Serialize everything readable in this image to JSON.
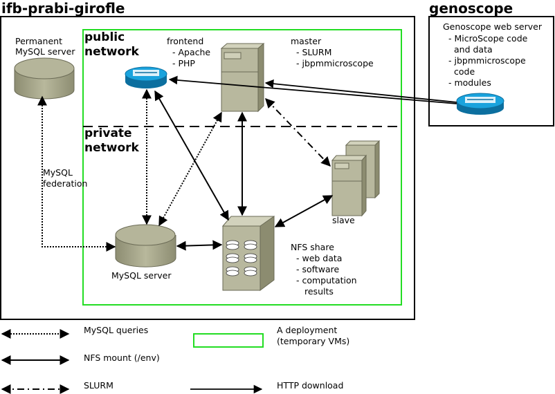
{
  "zones": {
    "ifb_title": "ifb-prabi-girofle",
    "genoscope_title": "genoscope",
    "public_network": [
      "public",
      "network"
    ],
    "private_network": [
      "private",
      "network"
    ]
  },
  "nodes": {
    "permanent_mysql": [
      "Permanent",
      "MySQL server"
    ],
    "frontend": [
      "frontend",
      "- Apache",
      "- PHP"
    ],
    "master": [
      "master",
      "- SLURM",
      "- jbpmmicroscope"
    ],
    "genoscope_web": [
      "Genoscope web server",
      "- MicroScope code",
      "and data",
      "- jbpmmicroscope",
      "code",
      "- modules"
    ],
    "mysql_federation": [
      "MySQL",
      "federation"
    ],
    "slave": "slave",
    "mysql_server": "MySQL server",
    "nfs_share": [
      "NFS share",
      "- web data",
      "- software",
      "- computation",
      "results"
    ]
  },
  "legend": {
    "mysql_queries": "MySQL queries",
    "nfs_mount": "NFS mount (/env)",
    "slurm": "SLURM",
    "deployment": [
      "A deployment",
      "(temporary VMs)"
    ],
    "http_download": "HTTP download"
  },
  "colors": {
    "deployment_border": "#22dd22",
    "server_body": "#b8b89e",
    "server_dark": "#8c8c70",
    "router_blue": "#1aa3dd",
    "router_dark": "#0c6f9f"
  }
}
